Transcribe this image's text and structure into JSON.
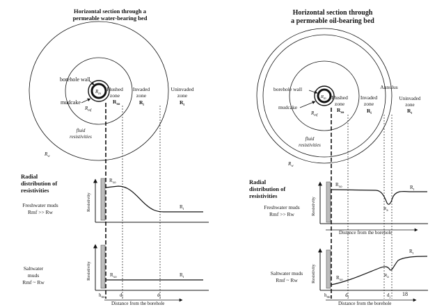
{
  "left_panel": {
    "title_line1": "Horizontal section through a",
    "title_line2": "permeable water-bearing bed",
    "labels": {
      "borehole_wall": "borehole wall",
      "mudcake": "mudcake",
      "rm": "R",
      "rm_sub": "m",
      "rmf": "R",
      "rmf_sub": "mf",
      "flushed_line1": "Flushed",
      "flushed_line2": "zone",
      "rxo": "R",
      "rxo_sub": "xo",
      "invaded_line1": "Invaded",
      "invaded_line2": "zone",
      "ri": "R",
      "ri_sub": "i",
      "uninvaded_line1": "Uninvaded",
      "uninvaded_line2": "zone",
      "rt": "R",
      "rt_sub": "t",
      "fluid_line1": "fluid",
      "fluid_line2": "resistivities",
      "rw": "R",
      "rw_sub": "w"
    },
    "radial_title_line1": "Radial",
    "radial_title_line2": "distribution of",
    "radial_title_line3": "resistivities",
    "fresh_line1": "Freshwater muds",
    "fresh_line2": "Rmf >> Rw",
    "salt_line1": "Saltwater",
    "salt_line2": "muds",
    "salt_line3": "Rmf ~ Rw",
    "ylabel": "Resistivity",
    "top_plot": {
      "curve_start": "R",
      "curve_start_sub": "xo",
      "curve_end": "R",
      "curve_end_sub": "t"
    },
    "bottom_plot": {
      "curve_start": "R",
      "curve_start_sub": "xo",
      "curve_end": "R",
      "curve_end_sub": "t"
    },
    "xaxis_label": "Distance from the borehole",
    "x_ticks": {
      "h": "h",
      "h_sub": "mc",
      "di": "d",
      "di_sub": "i",
      "dj": "d",
      "dj_sub": "j"
    }
  },
  "right_panel": {
    "title_line1": "Horizontal section through",
    "title_line2": "a permeable oil-bearing bed",
    "labels": {
      "annulus": "Annulus",
      "borehole_wall": "borehole wall",
      "mudcake": "mudcake",
      "flushed_line1": "Flushed",
      "flushed_line2": "zone",
      "invaded_line1": "Invaded",
      "invaded_line2": "zone",
      "uninvaded_line1": "Uninvaded",
      "uninvaded_line2": "zone",
      "fluid_line1": "fluid",
      "fluid_line2": "resistivities",
      "rw": "R",
      "rw_sub": "w"
    },
    "radial_title_line1": "Radial",
    "radial_title_line2": "distribution of",
    "radial_title_line3": "resistivities",
    "fresh_line1": "Freshwater muds",
    "fresh_line2": "Rmf >> Rw",
    "salt_line1": "Saltwater muds",
    "salt_line2": "Rmf ~ Rw",
    "ylabel": "Resistivity",
    "top_plot": {
      "start": "R",
      "start_sub": "xo",
      "dip": "R",
      "dip_sub": "a",
      "end": "R",
      "end_sub": "t"
    },
    "bottom_plot": {
      "start": "R",
      "start_sub": "xo",
      "dip": "R",
      "dip_sub": "a",
      "end": "R",
      "end_sub": "t"
    },
    "xaxis_label": "Distance from the borehole",
    "page_number": "18"
  }
}
